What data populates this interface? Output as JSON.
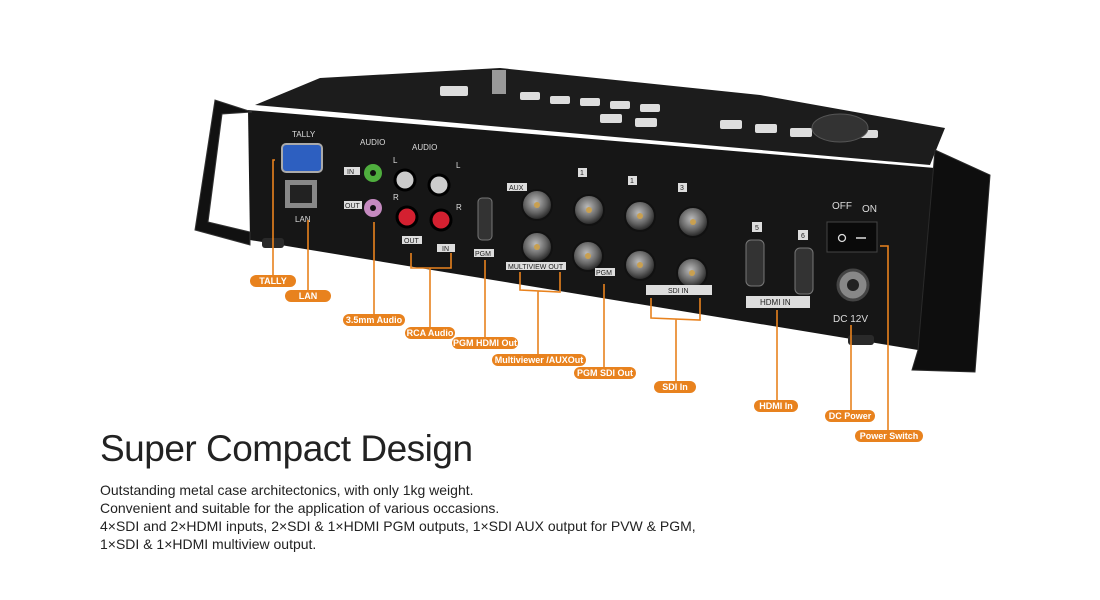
{
  "device": {
    "port_labels": {
      "tally": "TALLY",
      "lan": "LAN",
      "audio1": "AUDIO",
      "audio2": "AUDIO",
      "in": "IN",
      "out": "OUT",
      "l1": "L",
      "l2": "L",
      "r1": "R",
      "r2": "R",
      "rca_out": "OUT",
      "rca_in": "IN",
      "pgm_hdmi": "PGM",
      "aux": "AUX",
      "multiview_out": "MULTIVIEW OUT",
      "pgm_sdi": "PGM",
      "n1a": "1",
      "n1b": "1",
      "n3": "3",
      "sdi_in": "SDI IN",
      "n5": "5",
      "n6": "6",
      "hdmi_in": "HDMI IN",
      "off": "OFF",
      "on": "ON",
      "dc": "DC 12V"
    }
  },
  "callouts": [
    {
      "label": "TALLY"
    },
    {
      "label": "LAN"
    },
    {
      "label": "3.5mm Audio"
    },
    {
      "label": "RCA Audio"
    },
    {
      "label": "PGM HDMI Out"
    },
    {
      "label": "Multiviewer /AUXOut"
    },
    {
      "label": "PGM SDI Out"
    },
    {
      "label": "SDI In"
    },
    {
      "label": "HDMI In"
    },
    {
      "label": "DC Power"
    },
    {
      "label": "Power Switch"
    }
  ],
  "accent_color": "#e8821e",
  "heading": "Super Compact Design",
  "description": [
    "Outstanding metal case architectonics, with only 1kg weight.",
    "Convenient and suitable for the application of various occasions.",
    "4×SDI and 2×HDMI inputs, 2×SDI & 1×HDMI PGM outputs, 1×SDI AUX output for PVW & PGM,",
    "1×SDI & 1×HDMI multiview output."
  ]
}
